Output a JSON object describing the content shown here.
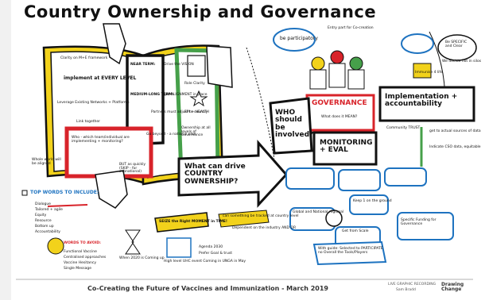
{
  "title": "Country Ownership and Governance",
  "book": {
    "left_page": [
      "Clarity on M+E framework",
      "implement at EVERY LEVEL",
      "Leverage Existing Networks + Platforms",
      "Link together"
    ],
    "red_box": [
      "Who - which team/individual are implementing + monitoring?",
      "BUT as quickly (SKIP - for subnational)",
      "Go beyond - a national plan"
    ],
    "middle_page": [
      "NEAR TERM:",
      "MEDIUM-LONG TERM:",
      "Drive the VISION",
      "get ALIGNMENT in place",
      "Partners must adjust to country"
    ],
    "right_page": [
      "Role Clarity",
      "EPI + HEALTH",
      "Ownership at all levels of Governance"
    ],
    "side_note": "Whole world will be aligned"
  },
  "arrow_question": "What can drive COUNTRY OWNERSHIP?",
  "governance": {
    "speech_bubbles": [
      "be participatory",
      "Entry part for Co-creation",
      "Be SPECIFIC and Clear"
    ],
    "who_box": "WHO should be involved?",
    "governance_box": "GOVERNANCE",
    "governance_sub": "What does it MEAN?",
    "monitoring_box": "MONITORING + EVAL",
    "implementation_box": "Implementation + accountability",
    "notes": [
      "Community TRUST",
      "get to actual sources of data",
      "Indicate CSO data, equitable",
      "Immunise 4 life",
      "We decide not in silos"
    ]
  },
  "top_words": {
    "heading": "TOP WORDS TO INCLUDE:",
    "items": [
      "Dialogue",
      "Tailored + agile",
      "Equity",
      "Resource",
      "Bottom up",
      "Accountability"
    ],
    "avoid_heading": "WORDS TO AVOID:",
    "avoid_items": [
      "Functional Vaccine",
      "Centralised approaches",
      "Vaccine Hesitancy",
      "Single Message"
    ]
  },
  "seize": "SEIZE the Right MOMENT in TIME!",
  "bottom_notes": [
    "can something be tracked at country level",
    "Dependent on the industry AND OR",
    "When 2020 is Coming up",
    "High level UHC event Coming in UNGA in May",
    "Agenda 2030",
    "Prefer Goal & trust",
    "Get from Scale",
    "With guide: Selected to PARTICIPATE no Overall the Tools/Players",
    "Global and National regional",
    "Keep 1 on the ground",
    "Specific Funding for Governance"
  ],
  "footer": "Co-Creating the Future of Vaccines and Immunization - March 2019",
  "credit_line1": "LIVE GRAPHIC RECORDING",
  "credit_line2": "Sam Bradd",
  "credit_brand": "Drawing Change",
  "colors": {
    "red": "#d8232a",
    "yellow": "#f2d21b",
    "blue": "#1e73c0",
    "green": "#46a04a",
    "ink": "#111111"
  }
}
